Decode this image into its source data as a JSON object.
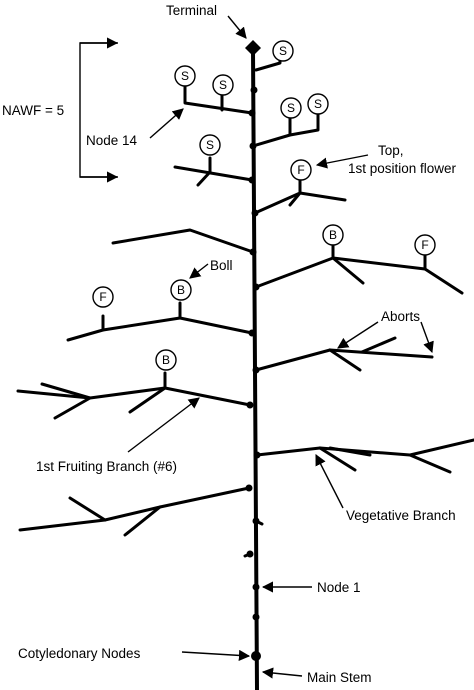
{
  "labels": {
    "terminal": "Terminal",
    "nawf": "NAWF = 5",
    "node14": "Node 14",
    "top_line1": "Top,",
    "top_line2": "1st position flower",
    "boll": "Boll",
    "aborts": "Aborts",
    "first_fruiting": "1st Fruiting Branch (#6)",
    "vegetative": "Vegetative Branch",
    "node1": "Node 1",
    "cotyledonary": "Cotyledonary Nodes",
    "main_stem": "Main Stem"
  },
  "fruit_letters": {
    "square": "S",
    "flower": "F",
    "boll": "B"
  }
}
